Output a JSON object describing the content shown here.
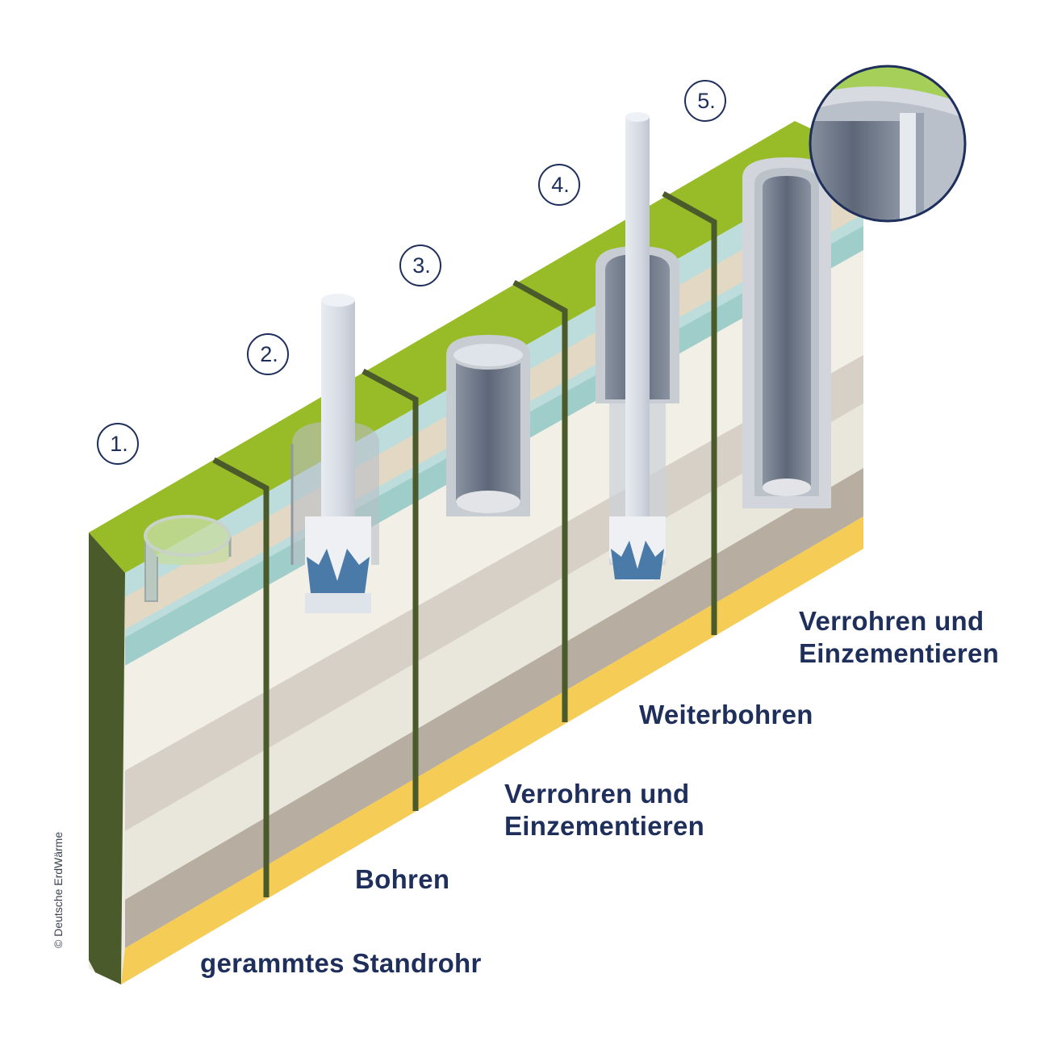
{
  "steps": [
    {
      "number": "1.",
      "label": [
        "gerammtes Standrohr"
      ]
    },
    {
      "number": "2.",
      "label": [
        "Bohren"
      ]
    },
    {
      "number": "3.",
      "label": [
        "Verrohren und",
        "Einzementieren"
      ]
    },
    {
      "number": "4.",
      "label": [
        "Weiterbohren"
      ]
    },
    {
      "number": "5.",
      "label": [
        "Verrohren und",
        "Einzementieren"
      ]
    }
  ],
  "credit": "© Deutsche ErdWärme",
  "colors": {
    "grass": "#9cbf2a",
    "grass_side": "#4a5a2a",
    "water_layer": "#a7d0d2",
    "sand_layer": "#e3d9c6",
    "rock_layer": "#b8afa4",
    "yellow_layer": "#f6cf56",
    "casing_outer": "#c8ccd3",
    "casing_inner": "#6b7585",
    "drill_pipe": "#dfe4ea",
    "drill_bit": "#4a7aa8",
    "text": "#1f2f5c"
  }
}
